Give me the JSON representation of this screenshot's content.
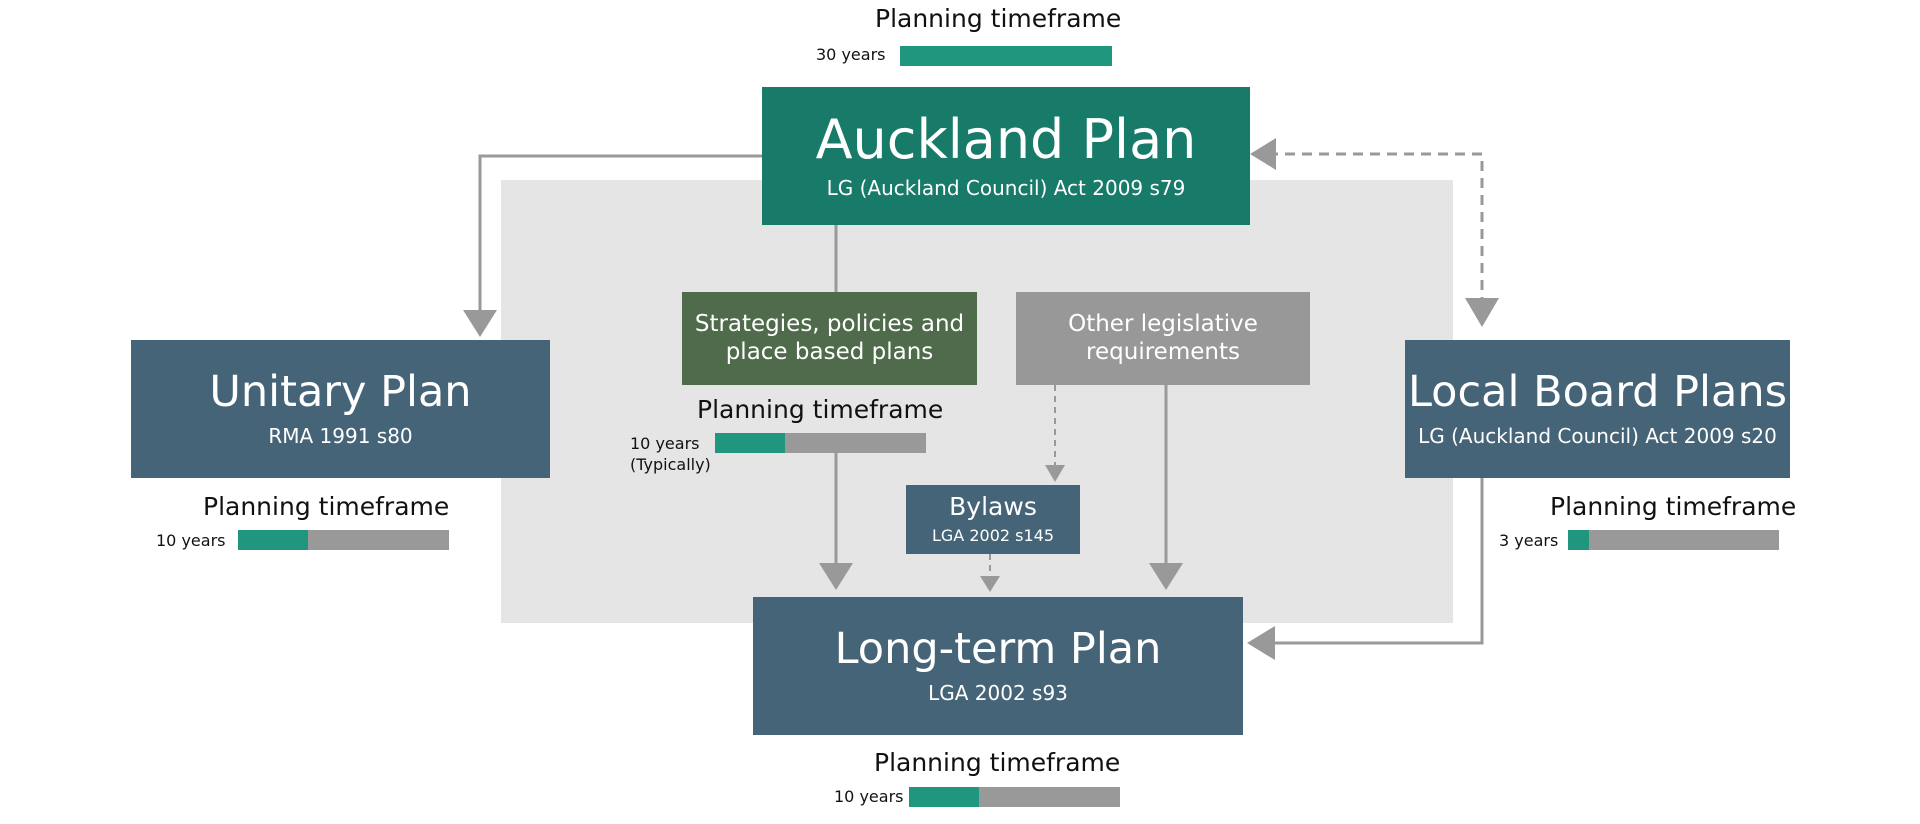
{
  "colors": {
    "auckland_plan": "#187a68",
    "plan_blue": "#466477",
    "strategies_green": "#4f6b4b",
    "other_grey": "#989898",
    "timeframe_fill": "#20967f",
    "timeframe_track": "#999999",
    "panel": "#e5e5e5",
    "arrow": "#999999"
  },
  "auckland_plan": {
    "title": "Auckland Plan",
    "act": "LG (Auckland Council) Act 2009 s79",
    "timeframe": {
      "heading": "Planning timeframe",
      "years_label": "30 years",
      "fill_fraction": 1.0
    }
  },
  "unitary_plan": {
    "title": "Unitary Plan",
    "act": "RMA 1991 s80",
    "timeframe": {
      "heading": "Planning timeframe",
      "years_label": "10 years",
      "fill_fraction": 0.333
    }
  },
  "strategies": {
    "title": "Strategies, policies and place based plans",
    "timeframe": {
      "heading": "Planning timeframe",
      "years_label": "10 years",
      "note": "(Typically)",
      "fill_fraction": 0.333
    }
  },
  "other_legislative": {
    "title": "Other legislative requirements"
  },
  "bylaws": {
    "title": "Bylaws",
    "act": "LGA 2002 s145"
  },
  "local_board_plans": {
    "title": "Local Board Plans",
    "act": "LG (Auckland Council) Act 2009 s20",
    "timeframe": {
      "heading": "Planning timeframe",
      "years_label": "3 years",
      "fill_fraction": 0.1
    }
  },
  "long_term_plan": {
    "title": "Long-term Plan",
    "act": "LGA 2002 s93",
    "timeframe": {
      "heading": "Planning timeframe",
      "years_label": "10 years",
      "fill_fraction": 0.333
    }
  }
}
